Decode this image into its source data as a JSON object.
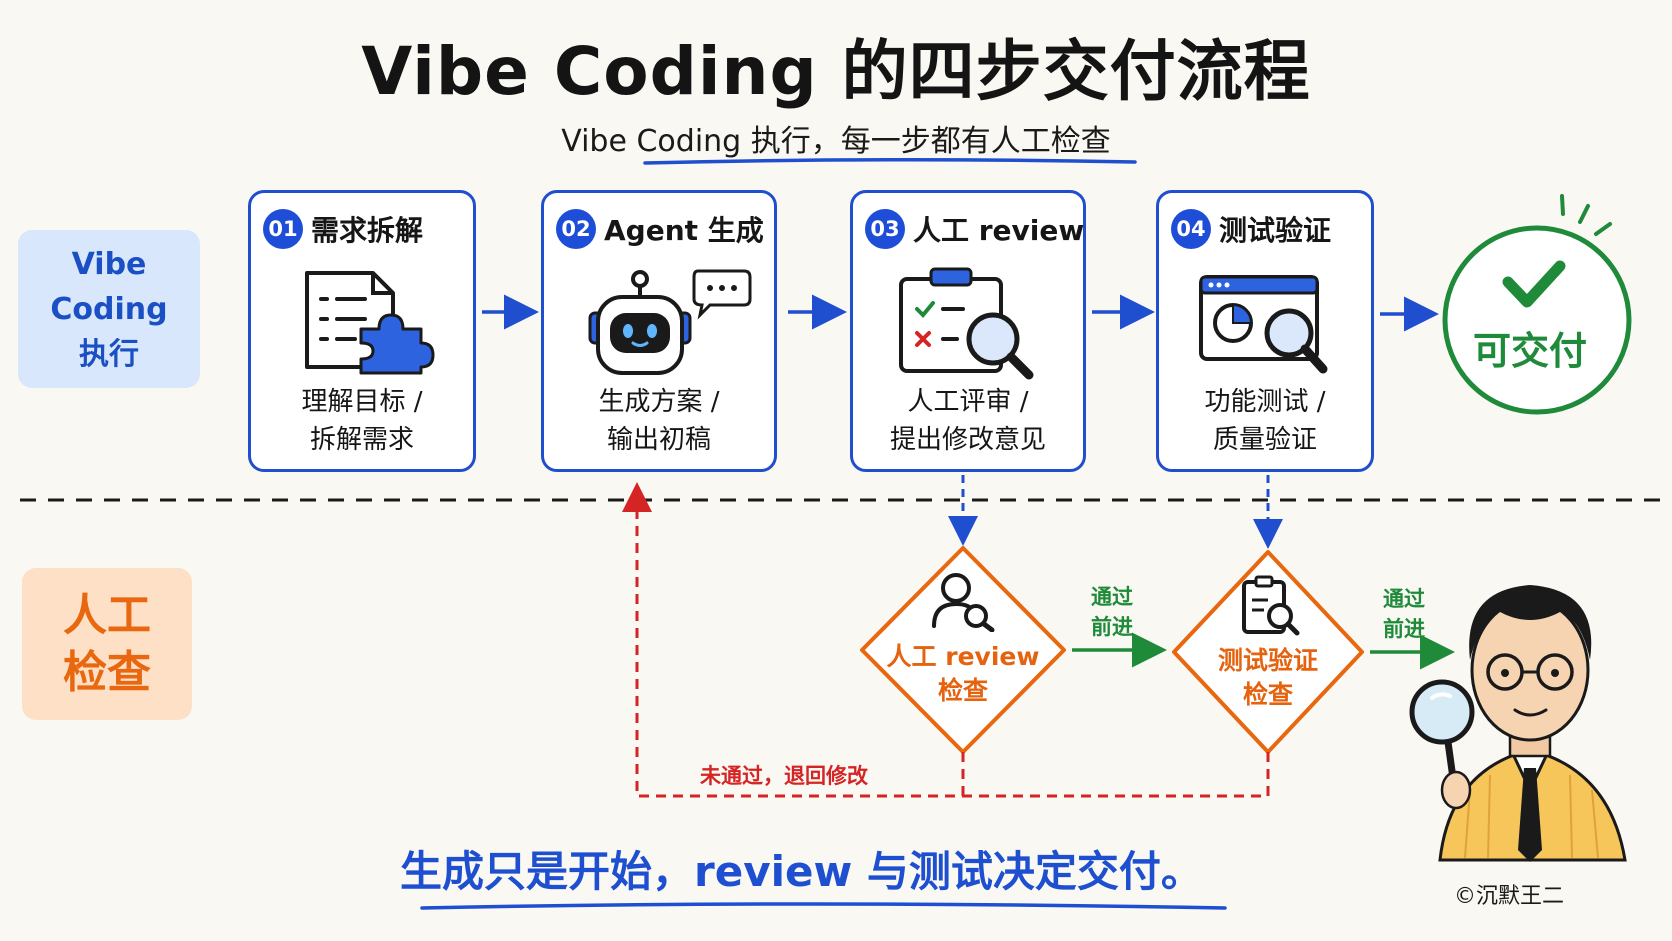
{
  "title": "Vibe Coding 的四步交付流程",
  "subtitle": "Vibe Coding 执行，每一步都有人工检查",
  "lanes": {
    "execution": {
      "line1": "Vibe Coding",
      "line2": "执行"
    },
    "review": {
      "line1": "人工",
      "line2": "检查"
    }
  },
  "steps": [
    {
      "num": "01",
      "title": "需求拆解",
      "desc1": "理解目标 /",
      "desc2": "拆解需求",
      "icon": "document-puzzle-icon"
    },
    {
      "num": "02",
      "title": "Agent 生成",
      "desc1": "生成方案 /",
      "desc2": "输出初稿",
      "icon": "robot-icon"
    },
    {
      "num": "03",
      "title": "人工 review",
      "desc1": "人工评审 /",
      "desc2": "提出修改意见",
      "icon": "clipboard-magnifier-icon"
    },
    {
      "num": "04",
      "title": "测试验证",
      "desc1": "功能测试 /",
      "desc2": "质量验证",
      "icon": "browser-magnifier-icon"
    }
  ],
  "deliverable": {
    "label": "可交付",
    "icon": "checkmark-icon"
  },
  "checks": [
    {
      "line1": "人工 review",
      "line2": "检查",
      "icon": "person-search-icon"
    },
    {
      "line1": "测试验证",
      "line2": "检查",
      "icon": "clipboard-search-icon"
    }
  ],
  "pass_label": {
    "line1": "通过",
    "line2": "前进"
  },
  "fail_label": "未通过，退回修改",
  "bottom_note": "生成只是开始，review 与测试决定交付。",
  "credit": "©沉默王二",
  "colors": {
    "blue": "#1f4fcf",
    "orange": "#e8670f",
    "green": "#1f8a3a",
    "red": "#d42424",
    "lane_blue": "#d8e7fb",
    "lane_orange": "#fde0c6"
  }
}
